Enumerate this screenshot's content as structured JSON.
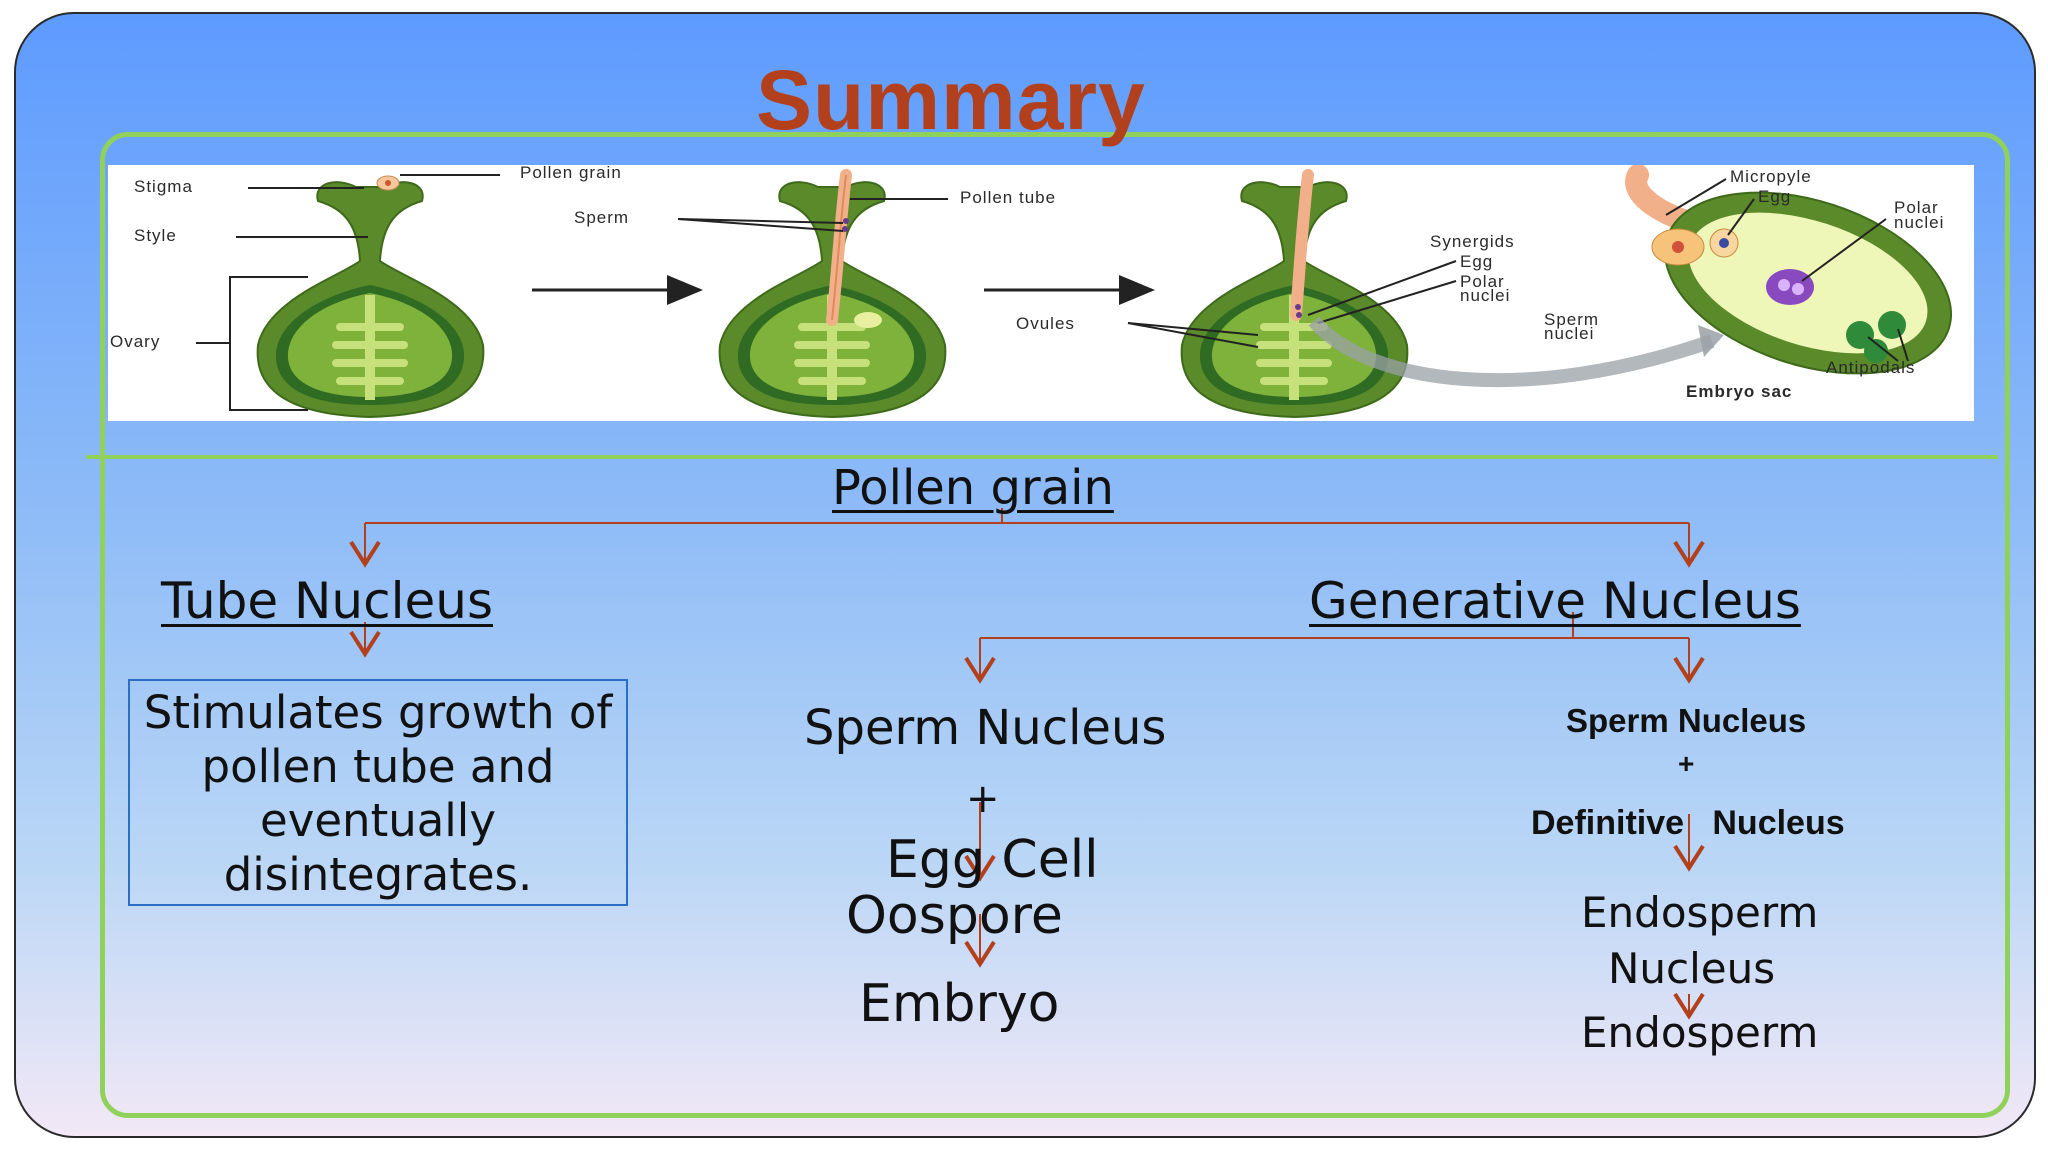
{
  "title": "Summary",
  "figure": {
    "stage1": {
      "stigma": "Stigma",
      "style": "Style",
      "ovary": "Ovary",
      "pollen_grain": "Pollen grain"
    },
    "stage2": {
      "sperm": "Sperm",
      "pollen_tube": "Pollen tube"
    },
    "stage3": {
      "ovules": "Ovules",
      "synergids": "Synergids",
      "egg": "Egg",
      "polar_nuclei_1": "Polar",
      "polar_nuclei_2": "nuclei",
      "sperm_nuclei_1": "Sperm",
      "sperm_nuclei_2": "nuclei"
    },
    "embryo_sac": {
      "micropyle": "Micropyle",
      "egg": "Egg",
      "polar_1": "Polar",
      "polar_2": "nuclei",
      "antipodals": "Antipodals",
      "caption": "Embryo sac"
    }
  },
  "flow": {
    "root": "Pollen grain",
    "tube_nucleus": "Tube Nucleus",
    "tube_description": "Stimulates  growth of  pollen tube and eventually disintegrates.",
    "generative_nucleus": "Generative Nucleus",
    "left_branch": {
      "sperm_nucleus": "Sperm Nucleus",
      "plus": "+",
      "egg_cell": "Egg Cell",
      "oospore": "Oospore",
      "embryo": "Embryo"
    },
    "right_branch": {
      "sperm_nucleus": "Sperm Nucleus",
      "plus": "+",
      "definitive_nucleus": "Definitive   Nucleus",
      "endosperm_nucleus_1": "Endosperm",
      "endosperm_nucleus_2": "Nucleus",
      "endosperm": "Endosperm"
    }
  },
  "colors": {
    "title": "#b3401d",
    "arrow": "#b3401d",
    "frame": "#8fd15a",
    "box_border": "#2a6fc4",
    "ovary_green": "#5a8a2a",
    "ovary_light": "#c6e07a"
  }
}
